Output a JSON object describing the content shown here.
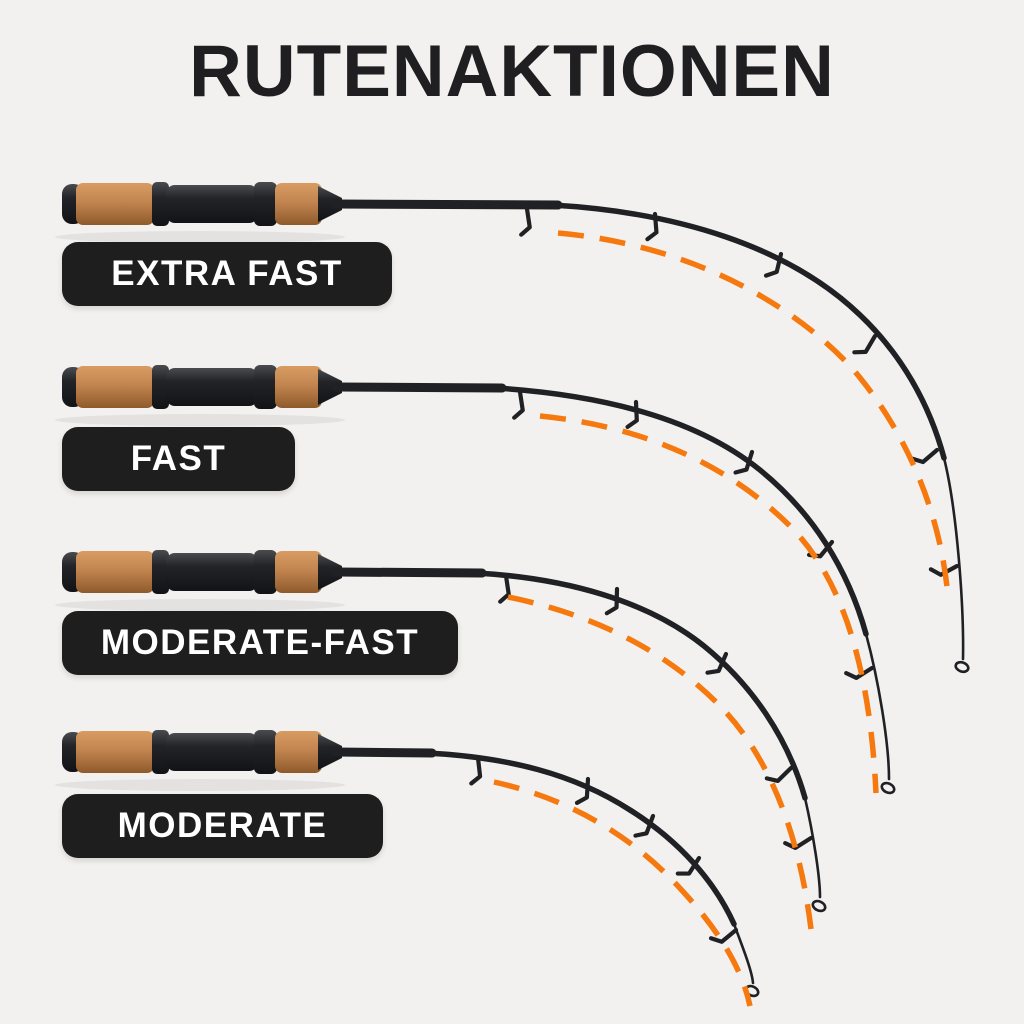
{
  "title": "RUTENAKTIONEN",
  "rods": [
    {
      "label": "EXTRA FAST"
    },
    {
      "label": "FAST"
    },
    {
      "label": "MODERATE-FAST"
    },
    {
      "label": "MODERATE"
    }
  ],
  "colors": {
    "background": "#f2f1ef",
    "title_text": "#1f1f22",
    "label_background": "#1e1e1e",
    "label_text": "#ffffff",
    "rod_blank": "#202124",
    "cork": "#c28550",
    "bend_curve_orange": "#f5790e"
  }
}
